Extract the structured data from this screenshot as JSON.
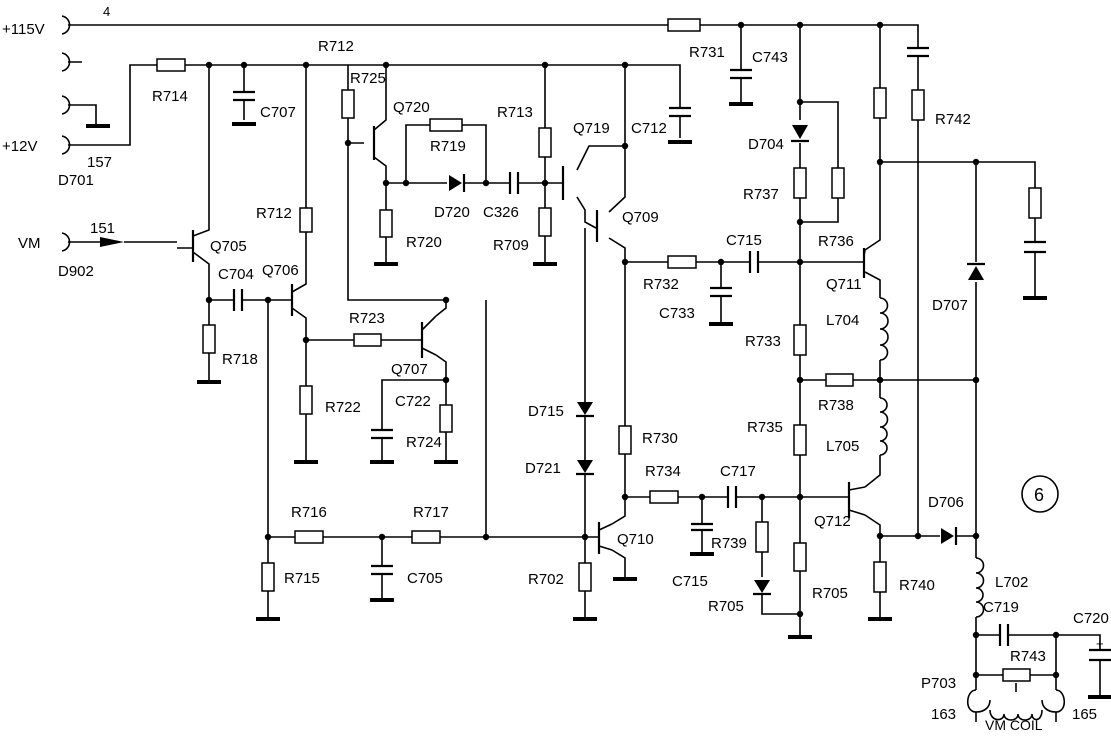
{
  "connectors": {
    "plus115": "+115V",
    "plus12": "+12V",
    "vm": "VM",
    "pin_4": "4",
    "pin_151": "151",
    "pin_157": "157",
    "pin_163": "163",
    "pin_165": "165",
    "circle_number": "6"
  },
  "components": {
    "R731": "R731",
    "C743": "C743",
    "R712_top": "R712",
    "R714": "R714",
    "C707": "C707",
    "R725": "R725",
    "Q720": "Q720",
    "R719": "R719",
    "R713": "R713",
    "Q719": "Q719",
    "C712": "C712",
    "D701": "D701",
    "D704": "D704",
    "R737": "R737",
    "R742": "R742",
    "D720": "D720",
    "C326": "C326",
    "R720": "R720",
    "R709": "R709",
    "Q709": "Q709",
    "R736": "R736",
    "C715_top": "C715",
    "R712_mid": "R712",
    "Q705": "Q705",
    "D902": "D902",
    "C704": "C704",
    "Q706": "Q706",
    "R732": "R732",
    "C733": "C733",
    "Q711": "Q711",
    "L704": "L704",
    "D707": "D707",
    "R718": "R718",
    "R723": "R723",
    "R733": "R733",
    "Q707": "Q707",
    "C722": "C722",
    "R722": "R722",
    "R724": "R724",
    "R738": "R738",
    "D715": "D715",
    "R730": "R730",
    "R735": "R735",
    "L705": "L705",
    "D721": "D721",
    "R734": "R734",
    "C717": "C717",
    "D706": "D706",
    "R716": "R716",
    "R717": "R717",
    "Q712": "Q712",
    "Q710": "Q710",
    "R739": "R739",
    "R715": "R715",
    "C705": "C705",
    "R702": "R702",
    "C715_bot": "C715",
    "R740": "R740",
    "L702": "L702",
    "R705_a": "R705",
    "R705_b": "R705",
    "C719": "C719",
    "C720": "C720",
    "R743": "R743",
    "P703": "P703",
    "vm_coil": "VM  COIL"
  }
}
